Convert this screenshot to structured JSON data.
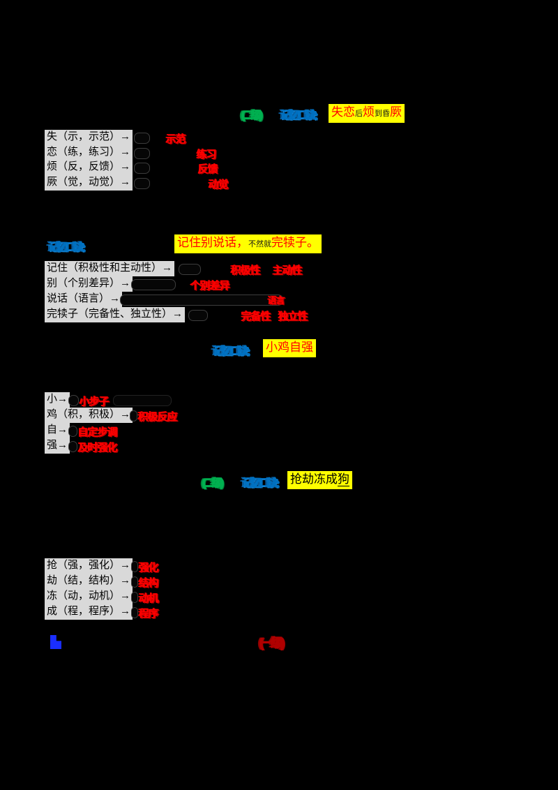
{
  "colors": {
    "background": "#000000",
    "accent_green": "#00b050",
    "accent_blue": "#0070c0",
    "answer_red": "#ff0000",
    "dark_red": "#b00000",
    "highlight_yellow": "#ffff00",
    "highlight_gray": "#d9d9d9",
    "footer_marker_blue": "#1a2eff"
  },
  "sections": [
    {
      "title": {
        "level": "(二级)",
        "label": "记忆口诀:",
        "chip": [
          {
            "t": "失恋"
          },
          {
            "t": "后"
          },
          {
            "t": "烦"
          },
          {
            "t": "到"
          },
          {
            "t": "昏"
          },
          {
            "t": "厥"
          }
        ]
      },
      "rows": [
        {
          "prompt": "失（示，示范）→",
          "a1": "示范"
        },
        {
          "prompt": "恋（练，练习）→",
          "a1": "练习"
        },
        {
          "prompt": "烦（反，反馈）→",
          "a1": "反馈"
        },
        {
          "prompt": "厥（觉，动觉）→",
          "a1": "动觉"
        }
      ]
    },
    {
      "title": {
        "label": "记忆口诀:",
        "chip": [
          {
            "t": "记住别说话，"
          },
          {
            "t": "不然就"
          },
          {
            "t": "完犊子"
          },
          {
            "t": "。"
          }
        ]
      },
      "rows": [
        {
          "prompt": "记住（积极性和主动性）→",
          "a1": "积极性",
          "a2": "主动性"
        },
        {
          "prompt": "别（个别差异）→",
          "a1": "个别差异"
        },
        {
          "prompt": "说话（语言）→",
          "a1": "语言"
        },
        {
          "prompt": "完犊子（完备性、独立性）→",
          "a1": "完备性",
          "a2": "独立性"
        }
      ]
    },
    {
      "title": {
        "label": "记忆口诀:",
        "chip": [
          {
            "t": "小鸡自强"
          }
        ]
      },
      "rows": [
        {
          "prompt": "小→",
          "a1": "小步子"
        },
        {
          "prompt": "鸡（积，积极）→",
          "a1": "积极反应"
        },
        {
          "prompt": "自→",
          "a1": "自定步调"
        },
        {
          "prompt": "强→",
          "a1": "及时强化"
        }
      ]
    },
    {
      "title": {
        "level": "(二级)",
        "label": "记忆口诀:",
        "chip": [
          {
            "t": "抢劫冻成"
          },
          {
            "t": "狗"
          }
        ]
      },
      "rows": [
        {
          "prompt": "抢（强，强化）→",
          "a1": "强化"
        },
        {
          "prompt": "劫（结，结构）→",
          "a1": "结构"
        },
        {
          "prompt": "冻（动，动机）→",
          "a1": "动机"
        },
        {
          "prompt": "成（程，程序）→",
          "a1": "程序"
        }
      ]
    }
  ],
  "footer": {
    "level": "(一级)"
  }
}
